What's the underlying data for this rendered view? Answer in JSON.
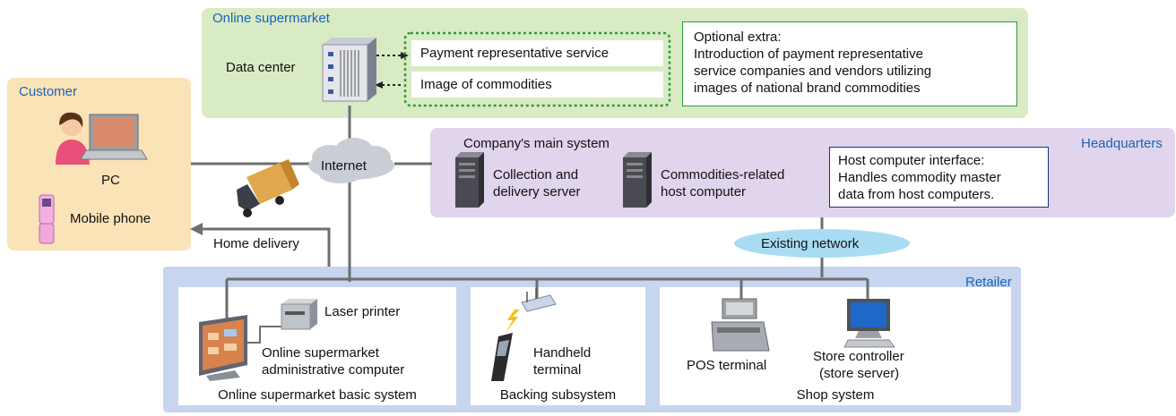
{
  "online_supermarket": {
    "title": "Online supermarket",
    "data_center_label": "Data center",
    "services": [
      "Payment representative service",
      "Image of commodities"
    ],
    "optional_extra": {
      "heading": "Optional extra:",
      "lines": [
        "Introduction of payment representative",
        "service companies and vendors utilizing",
        "images of national brand commodities"
      ]
    }
  },
  "customer": {
    "title": "Customer",
    "pc_label": "PC",
    "mobile_label": "Mobile phone"
  },
  "internet_label": "Internet",
  "home_delivery_label": "Home delivery",
  "headquarters": {
    "title": "Headquarters",
    "main_system_label": "Company's main system",
    "server1": [
      "Collection and",
      "delivery server"
    ],
    "server2": [
      "Commodities-related",
      "host computer"
    ],
    "host_interface": [
      "Host computer interface:",
      "Handles commodity master",
      "data from host computers."
    ]
  },
  "existing_network_label": "Existing network",
  "retailer": {
    "title": "Retailer",
    "basic_system": {
      "caption": "Online supermarket basic system",
      "printer_label": "Laser printer",
      "admin_label": [
        "Online supermarket",
        "administrative computer"
      ]
    },
    "backing_subsystem": {
      "caption": "Backing subsystem",
      "handheld_label": [
        "Handheld",
        "terminal"
      ]
    },
    "shop_system": {
      "caption": "Shop system",
      "pos_label": "POS terminal",
      "store_controller_label": [
        "Store controller",
        "(store server)"
      ]
    }
  },
  "colors": {
    "online_supermarket_bg": "#d9ebc4",
    "customer_bg": "#fbe3b8",
    "headquarters_bg": "#e0d5ec",
    "retailer_bg": "#c7d5ee",
    "title_blue": "#1a63b8",
    "line_gray": "#6e6e6e",
    "dotted_green": "#2e9a3c",
    "network_cyan": "#a9dcf2"
  }
}
